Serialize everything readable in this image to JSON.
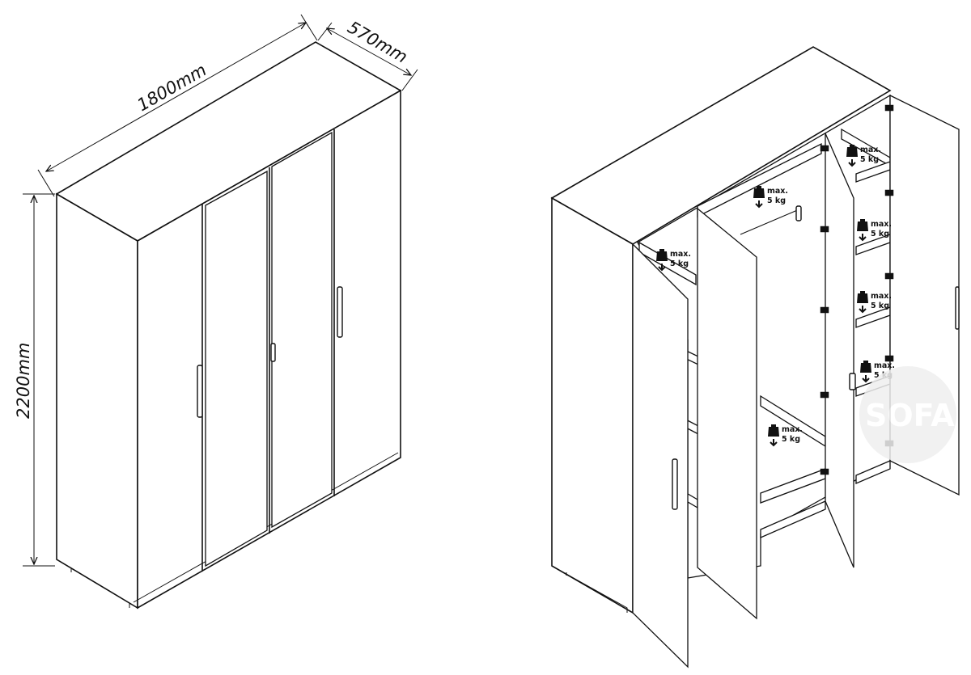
{
  "dimensions": {
    "width_label": "1800mm",
    "depth_label": "570mm",
    "height_label": "2200mm"
  },
  "load_labels": {
    "max": "max.",
    "weight": "5 kg"
  },
  "watermark": {
    "text": "SOFA"
  }
}
